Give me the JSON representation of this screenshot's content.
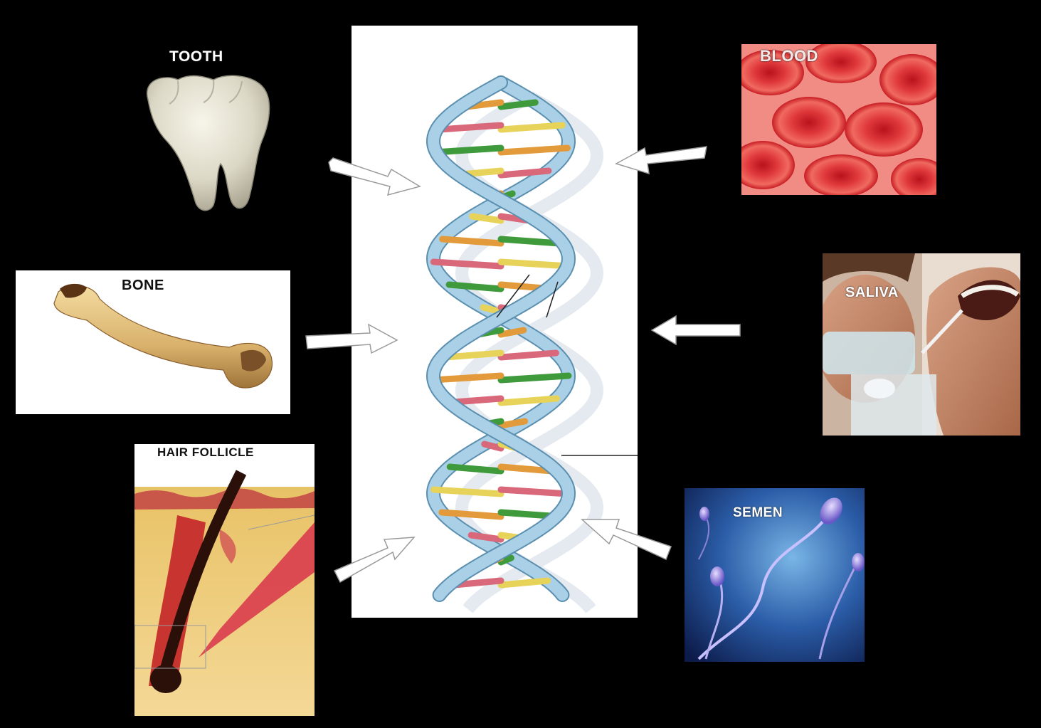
{
  "labels": {
    "tooth": "TOOTH",
    "blood": "BLOOD",
    "bone": "BONE",
    "saliva": "SALIVA",
    "hair_follicle": "HAIR FOLLICLE",
    "semen": "SEMEN"
  },
  "colors": {
    "background": "#000000",
    "helix_strand": "#a9d0e6",
    "helix_outline": "#5b8fb0",
    "base_green": "#3f9a3c",
    "base_yellow": "#e7d35a",
    "base_orange": "#e39a3a",
    "base_pink": "#d9687a",
    "arrow_fill": "#ffffff",
    "blood_cell": "#d92a2a"
  },
  "icons": {
    "tooth": "molar-tooth-icon",
    "bone": "long-bone-icon",
    "hair": "hair-follicle-cross-section-icon",
    "blood": "red-blood-cells-icon",
    "saliva": "mouth-swab-icon",
    "semen": "sperm-cells-icon",
    "center": "dna-double-helix-icon"
  }
}
